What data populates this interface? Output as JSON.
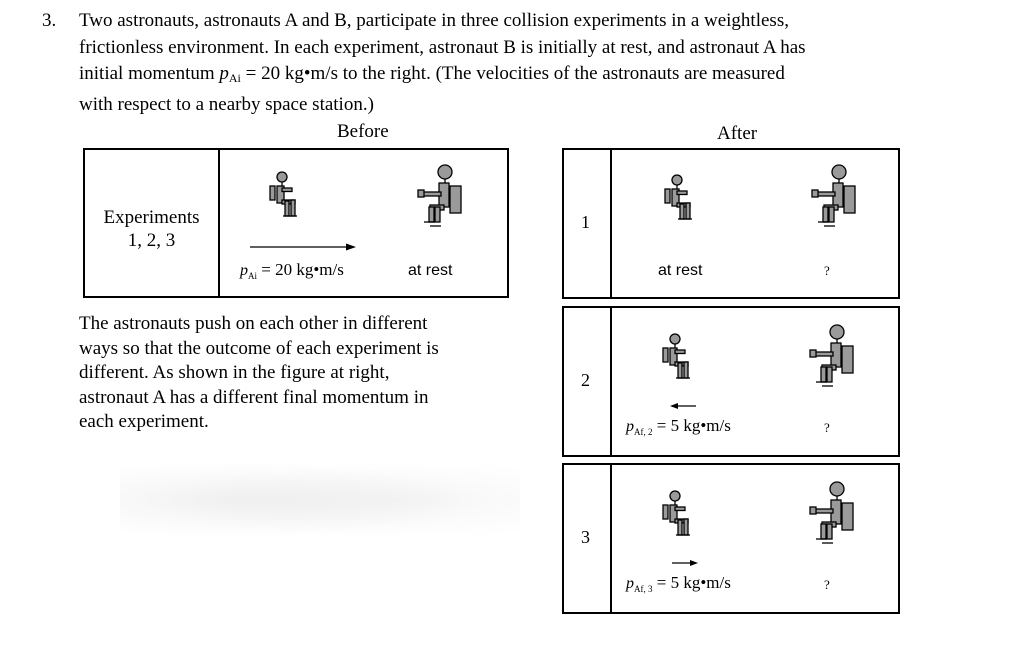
{
  "question": {
    "number": "3.",
    "line1": "Two astronauts, astronauts A and B, participate in three collision experiments in a weightless,",
    "line2": "frictionless environment.  In each experiment, astronaut B is initially at rest, and astronaut A has",
    "line3_pre": "initial momentum ",
    "line3_sym": "p",
    "line3_sub": "Ai",
    "line3_post": " = 20 kg•m/s to the right.  (The velocities of the astronauts are measured",
    "line4": "with respect to a nearby space station.)"
  },
  "before": {
    "heading": "Before",
    "experiments_label_1": "Experiments",
    "experiments_label_2": "1, 2, 3",
    "momentum_symbol": "p",
    "momentum_sub": "Ai",
    "momentum_value": " = 20 kg•m/s",
    "b_state": "at rest"
  },
  "paragraph": {
    "line1": "The astronauts push on each other in different",
    "line2": "ways so that the outcome of each experiment is",
    "line3": "different.  As shown in the figure at right,",
    "line4": "astronaut A has a different final momentum in",
    "line5": "each experiment."
  },
  "after": {
    "heading": "After",
    "rows": [
      {
        "num": "1",
        "a_label": "at rest",
        "b_label": "?"
      },
      {
        "num": "2",
        "a_symbol": "p",
        "a_sub": "Af, 2",
        "a_value": " = 5 kg•m/s",
        "direction": "left",
        "b_label": "?"
      },
      {
        "num": "3",
        "a_symbol": "p",
        "a_sub": "Af, 3",
        "a_value": " = 5 kg•m/s",
        "direction": "right",
        "b_label": "?"
      }
    ]
  },
  "colors": {
    "figure_gray": "#9a9a9a",
    "line": "#000000"
  }
}
